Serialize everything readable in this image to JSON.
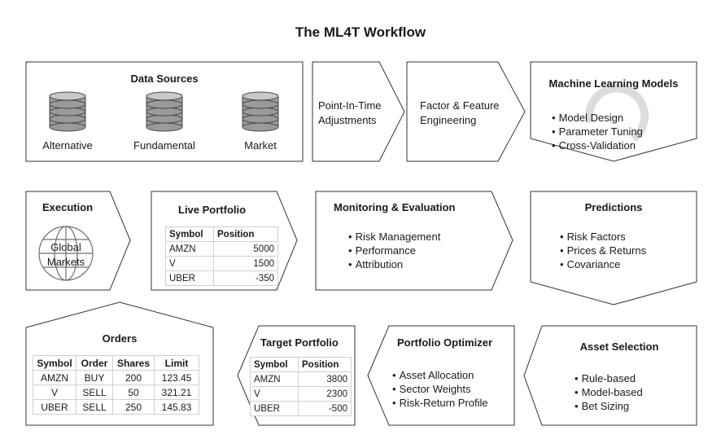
{
  "title": "The ML4T Workflow",
  "data_sources": {
    "heading": "Data Sources",
    "items": [
      "Alternative",
      "Fundamental",
      "Market"
    ]
  },
  "pit": {
    "line1": "Point-In-Time",
    "line2": "Adjustments"
  },
  "factor": {
    "line1": "Factor & Feature",
    "line2": "Engineering"
  },
  "ml_models": {
    "heading": "Machine Learning Models",
    "bullets": [
      "Model Design",
      "Parameter Tuning",
      "Cross-Validation"
    ]
  },
  "execution": {
    "heading": "Execution",
    "globe_line1": "Global",
    "globe_line2": "Markets"
  },
  "live_portfolio": {
    "heading": "Live Portfolio",
    "columns": [
      "Symbol",
      "Position"
    ],
    "rows": [
      [
        "AMZN",
        "5000"
      ],
      [
        "V",
        "1500"
      ],
      [
        "UBER",
        "-350"
      ]
    ]
  },
  "monitoring": {
    "heading": "Monitoring & Evaluation",
    "bullets": [
      "Risk Management",
      "Performance",
      "Attribution"
    ]
  },
  "predictions": {
    "heading": "Predictions",
    "bullets": [
      "Risk Factors",
      "Prices & Returns",
      "Covariance"
    ]
  },
  "orders": {
    "heading": "Orders",
    "columns": [
      "Symbol",
      "Order",
      "Shares",
      "Limit"
    ],
    "rows": [
      [
        "AMZN",
        "BUY",
        "200",
        "123.45"
      ],
      [
        "V",
        "SELL",
        "50",
        "321.21"
      ],
      [
        "UBER",
        "SELL",
        "250",
        "145.83"
      ]
    ]
  },
  "target_portfolio": {
    "heading": "Target Portfolio",
    "columns": [
      "Symbol",
      "Position"
    ],
    "rows": [
      [
        "AMZN",
        "3800"
      ],
      [
        "V",
        "2300"
      ],
      [
        "UBER",
        "-500"
      ]
    ]
  },
  "optimizer": {
    "heading": "Portfolio Optimizer",
    "bullets": [
      "Asset Allocation",
      "Sector Weights",
      "Risk-Return Profile"
    ]
  },
  "asset_selection": {
    "heading": "Asset Selection",
    "bullets": [
      "Rule-based",
      "Model-based",
      "Bet Sizing"
    ]
  },
  "colors": {
    "stroke": "#333333",
    "icon": "#6e6e6e",
    "faint": "#d8d8d8"
  }
}
